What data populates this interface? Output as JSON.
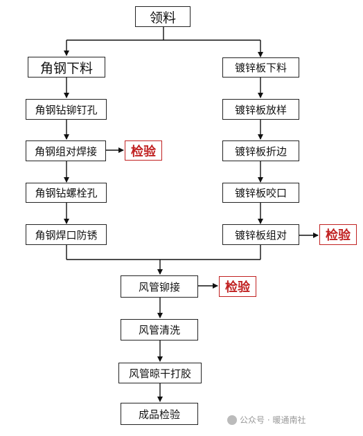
{
  "start": "领料",
  "left_branch": [
    "角钢下料",
    "角钢钻铆钉孔",
    "角钢组对焊接",
    "角钢钻螺栓孔",
    "角钢焊口防锈"
  ],
  "right_branch": [
    "镀锌板下料",
    "镀锌板放样",
    "镀锌板折边",
    "镀锌板咬口",
    "镀锌板组对"
  ],
  "merge_steps": [
    "风管铆接",
    "风管清洗",
    "风管晾干打胶",
    "成品检验"
  ],
  "inspection_label": "检验",
  "watermark": "公众号 · 暖通南社"
}
